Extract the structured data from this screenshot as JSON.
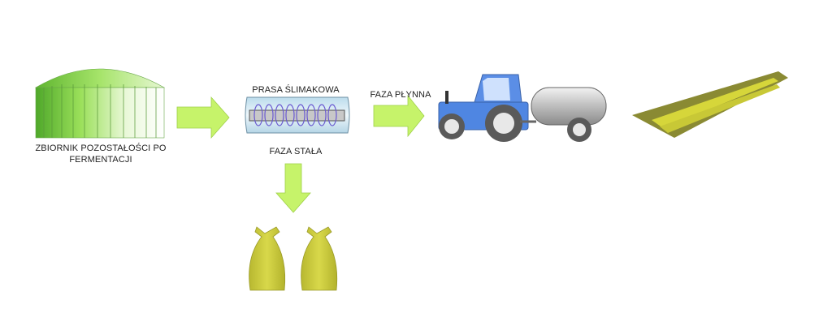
{
  "labels": {
    "tank_line1": "ZBIORNIK POZOSTAŁOŚCI PO",
    "tank_line2": "FERMENTACJI",
    "screw_press": "PRASA ŚLIMAKOWA",
    "solid_phase": "FAZA STAŁA",
    "liquid_phase": "FAZA PŁYNNA"
  },
  "colors": {
    "arrow_fill": "#c6f36a",
    "tank_green": "#8fd84a",
    "tractor_blue": "#5b8ee6",
    "tank_trailer_grey": "#bdbdbd",
    "bag_fill": "#cccc3a",
    "field_olive": "#8a8a33",
    "field_stripe": "#d6d63a",
    "press_body": "#cfe6f2"
  },
  "icons": [
    "digestate-tank-icon",
    "arrow-right-icon",
    "screw-press-icon",
    "arrow-down-icon",
    "sack-icon",
    "tractor-icon",
    "tank-trailer-icon",
    "field-icon"
  ]
}
